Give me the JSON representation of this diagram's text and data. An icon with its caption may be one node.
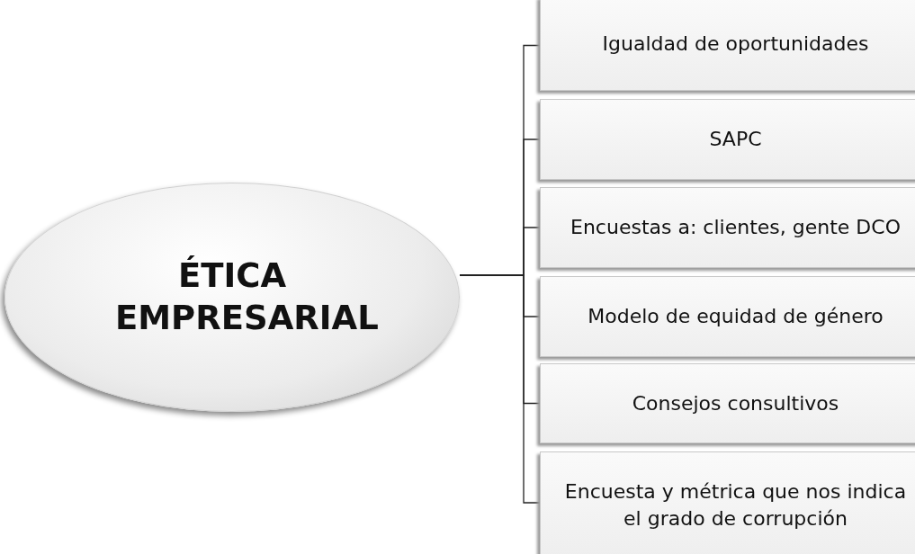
{
  "diagram": {
    "nodes": [
      {
        "text": [
          "ÉTICA EMPRESARIAL"
        ]
      },
      {
        "text": [
          "Igualdad de oportunidades"
        ]
      },
      {
        "text": [
          "SAPC"
        ]
      },
      {
        "text": [
          "Encuestas  a:  clientes, gente DCO"
        ]
      },
      {
        "text": [
          "Modelo de equidad de género"
        ]
      },
      {
        "text": [
          "Consejos consultivos"
        ]
      },
      {
        "text": [
          "Encuesta y métrica que nos indica el grado de corrupción"
        ]
      }
    ],
    "edges": [
      {
        "from": 0,
        "to": 1,
        "arrow": "none"
      },
      {
        "from": 0,
        "to": 2,
        "arrow": "none"
      },
      {
        "from": 0,
        "to": 3,
        "arrow": "none"
      },
      {
        "from": 0,
        "to": 4,
        "arrow": "none"
      },
      {
        "from": 0,
        "to": 5,
        "arrow": "none"
      },
      {
        "from": 0,
        "to": 6,
        "arrow": "none"
      }
    ]
  }
}
